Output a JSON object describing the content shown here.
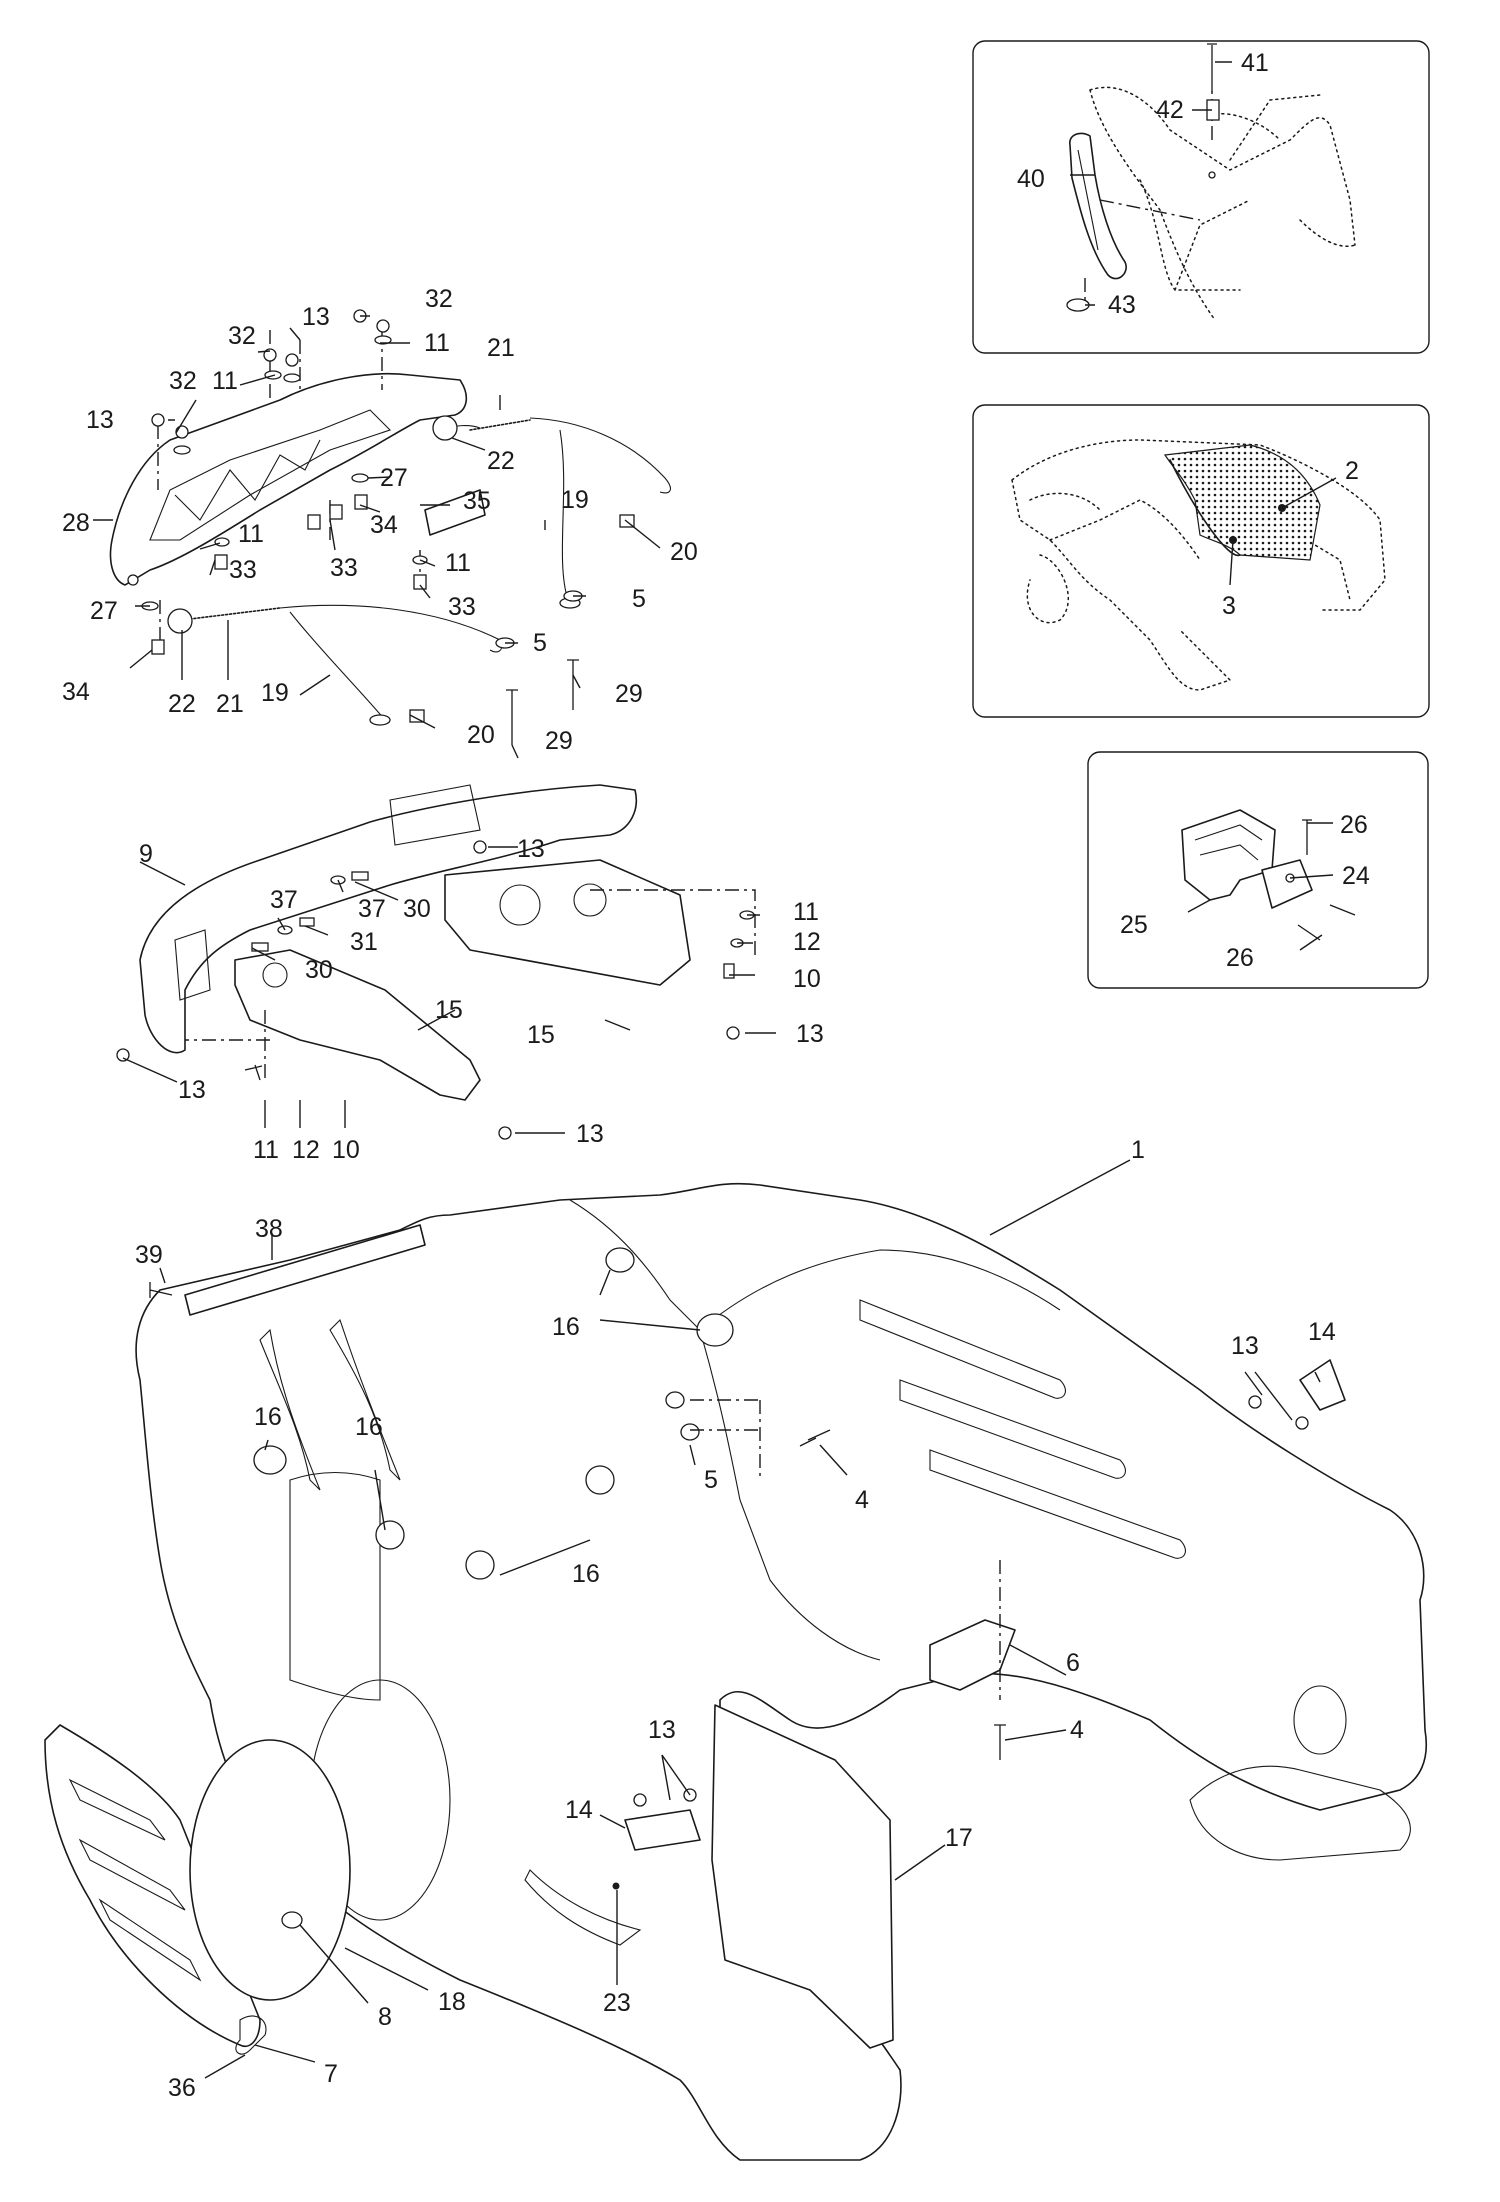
{
  "diagram": {
    "callouts": [
      {
        "id": "c41",
        "text": "41"
      },
      {
        "id": "c42",
        "text": "42"
      },
      {
        "id": "c40",
        "text": "40"
      },
      {
        "id": "c43",
        "text": "43"
      },
      {
        "id": "c2",
        "text": "2"
      },
      {
        "id": "c3",
        "text": "3"
      },
      {
        "id": "c26a",
        "text": "26"
      },
      {
        "id": "c24",
        "text": "24"
      },
      {
        "id": "c25",
        "text": "25"
      },
      {
        "id": "c26b",
        "text": "26"
      },
      {
        "id": "c13a",
        "text": "13"
      },
      {
        "id": "c32a",
        "text": "32"
      },
      {
        "id": "c32b",
        "text": "32"
      },
      {
        "id": "c11a",
        "text": "11"
      },
      {
        "id": "c32c",
        "text": "32"
      },
      {
        "id": "c11b",
        "text": "11"
      },
      {
        "id": "c13b",
        "text": "13"
      },
      {
        "id": "c21a",
        "text": "21"
      },
      {
        "id": "c22a",
        "text": "22"
      },
      {
        "id": "c27a",
        "text": "27"
      },
      {
        "id": "c35",
        "text": "35"
      },
      {
        "id": "c28",
        "text": "28"
      },
      {
        "id": "c34a",
        "text": "34"
      },
      {
        "id": "c19a",
        "text": "19"
      },
      {
        "id": "c11c",
        "text": "11"
      },
      {
        "id": "c33a",
        "text": "33"
      },
      {
        "id": "c33b",
        "text": "33"
      },
      {
        "id": "c20a",
        "text": "20"
      },
      {
        "id": "c11d",
        "text": "11"
      },
      {
        "id": "c33c",
        "text": "33"
      },
      {
        "id": "c27b",
        "text": "27"
      },
      {
        "id": "c5a",
        "text": "5"
      },
      {
        "id": "c5b",
        "text": "5"
      },
      {
        "id": "c34b",
        "text": "34"
      },
      {
        "id": "c22b",
        "text": "22"
      },
      {
        "id": "c21b",
        "text": "21"
      },
      {
        "id": "c19b",
        "text": "19"
      },
      {
        "id": "c29a",
        "text": "29"
      },
      {
        "id": "c20b",
        "text": "20"
      },
      {
        "id": "c29b",
        "text": "29"
      },
      {
        "id": "c9",
        "text": "9"
      },
      {
        "id": "c13c",
        "text": "13"
      },
      {
        "id": "c37a",
        "text": "37"
      },
      {
        "id": "c37b",
        "text": "37"
      },
      {
        "id": "c30a",
        "text": "30"
      },
      {
        "id": "c31",
        "text": "31"
      },
      {
        "id": "c30b",
        "text": "30"
      },
      {
        "id": "c11e",
        "text": "11"
      },
      {
        "id": "c12a",
        "text": "12"
      },
      {
        "id": "c10a",
        "text": "10"
      },
      {
        "id": "c15a",
        "text": "15"
      },
      {
        "id": "c15b",
        "text": "15"
      },
      {
        "id": "c13d",
        "text": "13"
      },
      {
        "id": "c13e",
        "text": "13"
      },
      {
        "id": "c11f",
        "text": "11"
      },
      {
        "id": "c12b",
        "text": "12"
      },
      {
        "id": "c10b",
        "text": "10"
      },
      {
        "id": "c13f",
        "text": "13"
      },
      {
        "id": "c1",
        "text": "1"
      },
      {
        "id": "c38",
        "text": "38"
      },
      {
        "id": "c39",
        "text": "39"
      },
      {
        "id": "c16a",
        "text": "16"
      },
      {
        "id": "c16b",
        "text": "16"
      },
      {
        "id": "c16c",
        "text": "16"
      },
      {
        "id": "c16d",
        "text": "16"
      },
      {
        "id": "c5c",
        "text": "5"
      },
      {
        "id": "c4a",
        "text": "4"
      },
      {
        "id": "c13g",
        "text": "13"
      },
      {
        "id": "c14a",
        "text": "14"
      },
      {
        "id": "c6",
        "text": "6"
      },
      {
        "id": "c4b",
        "text": "4"
      },
      {
        "id": "c13h",
        "text": "13"
      },
      {
        "id": "c14b",
        "text": "14"
      },
      {
        "id": "c17",
        "text": "17"
      },
      {
        "id": "c18",
        "text": "18"
      },
      {
        "id": "c8",
        "text": "8"
      },
      {
        "id": "c7",
        "text": "7"
      },
      {
        "id": "c23",
        "text": "23"
      },
      {
        "id": "c36",
        "text": "36"
      }
    ]
  }
}
